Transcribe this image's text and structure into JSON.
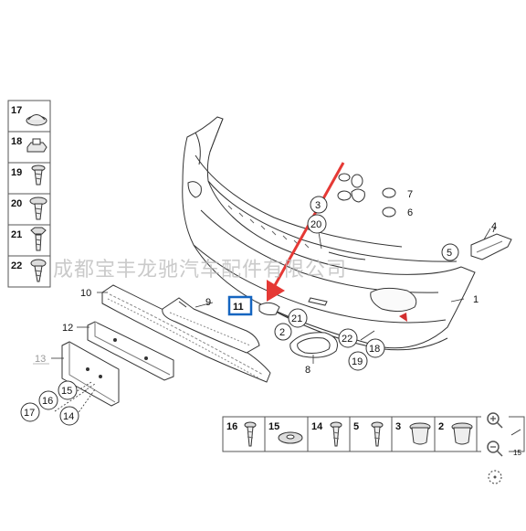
{
  "callouts": {
    "c1": "1",
    "c2": "2",
    "c3": "3",
    "c4": "4",
    "c5": "5",
    "c6": "6",
    "c7": "7",
    "c8": "8",
    "c9": "9",
    "c10": "10",
    "c11": "11",
    "c12": "12",
    "c13": "13",
    "c14": "14",
    "c15": "15",
    "c16": "16",
    "c17": "17",
    "c18": "18",
    "c19": "19",
    "c20": "20",
    "c21": "21",
    "c22": "22"
  },
  "legend_left": [
    "17",
    "18",
    "19",
    "20",
    "21",
    "22"
  ],
  "legend_bottom": [
    "16",
    "15",
    "14",
    "5",
    "3",
    "2"
  ],
  "legend_bottom_partial": "15",
  "watermark": "成都宝丰龙驰汽车配件有限公司",
  "highlight_color": "#1565c0",
  "arrow_color": "#e53935",
  "zoom": {
    "zoom_in_icon": "zoom-in-icon",
    "zoom_out_icon": "zoom-out-icon",
    "reset_icon": "reset-view-icon"
  }
}
